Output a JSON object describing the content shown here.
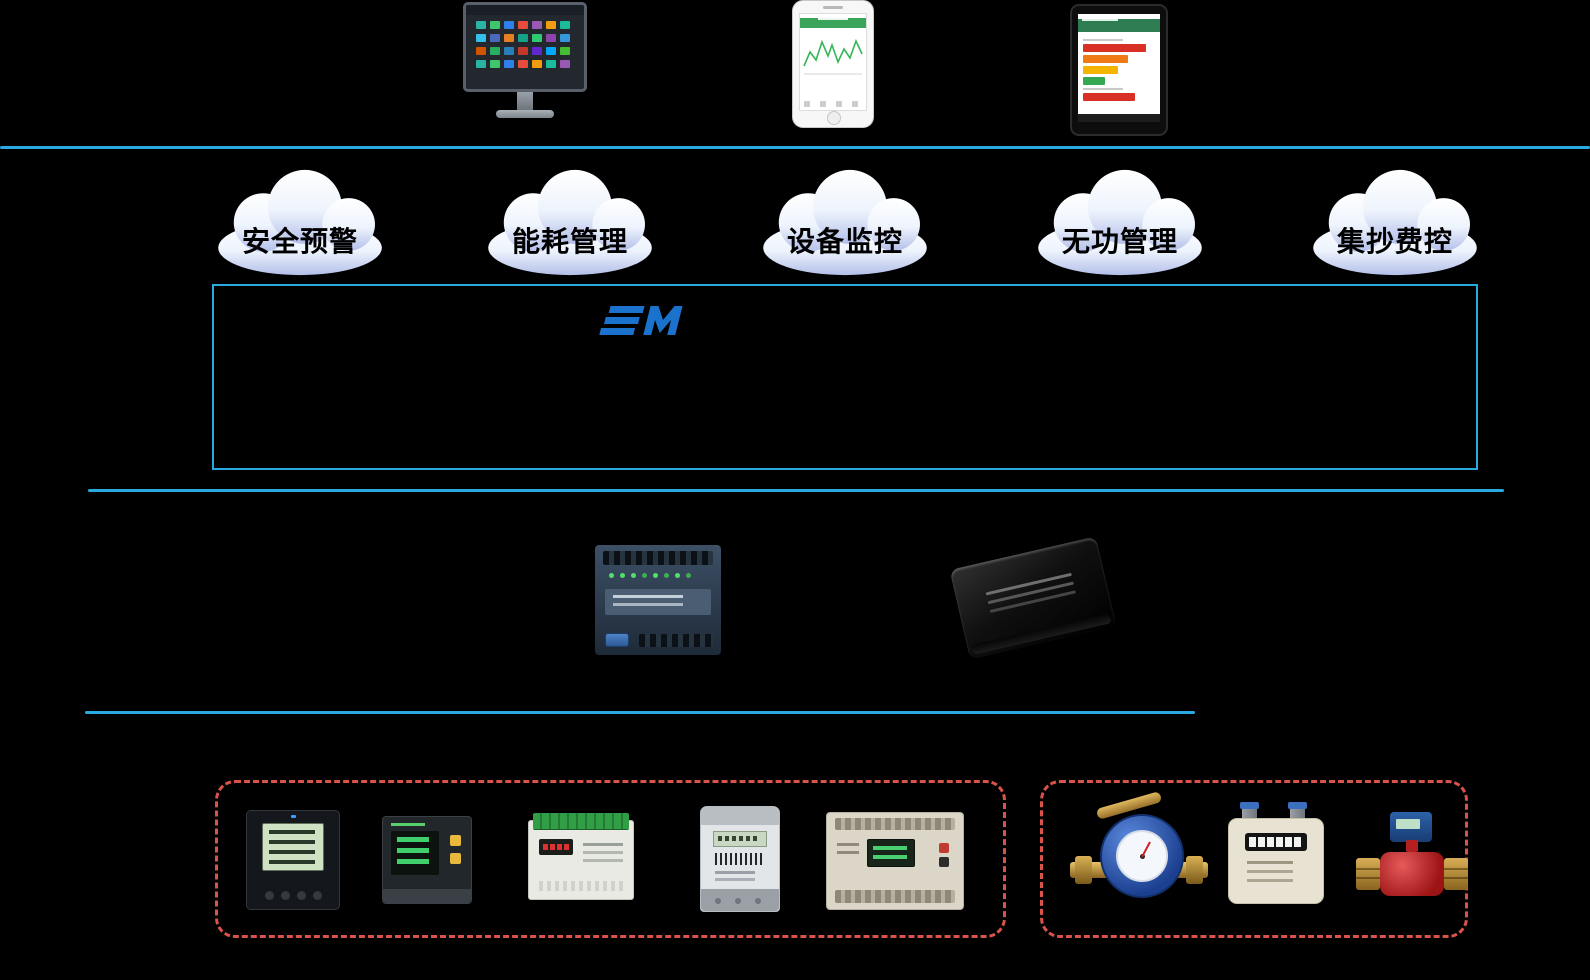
{
  "colors": {
    "background": "#000000",
    "separator_line": "#2aa9e0",
    "platform_border": "#2aa9e0",
    "device_group_border": "#d9534a",
    "cloud_text": "#000000",
    "logo_blue": "#1a72cc"
  },
  "application_clouds": [
    {
      "label": "安全预警"
    },
    {
      "label": "能耗管理"
    },
    {
      "label": "设备监控"
    },
    {
      "label": "无功管理"
    },
    {
      "label": "集抄费控"
    }
  ],
  "top_devices": [
    {
      "name": "desktop-monitor-dashboard"
    },
    {
      "name": "smartphone-energy-app"
    },
    {
      "name": "tablet-report-app"
    }
  ],
  "middle_devices": [
    {
      "name": "plc-data-collector"
    },
    {
      "name": "communication-gateway"
    }
  ],
  "device_groups": [
    {
      "name": "electric-meter-group",
      "devices": [
        "multifunction-power-meter",
        "power-monitor-meter",
        "protection-relay-module",
        "electric-energy-meter",
        "data-acquisition-terminal"
      ]
    },
    {
      "name": "utility-meter-group",
      "devices": [
        "water-meter",
        "gas-meter",
        "heat-meter-valve"
      ]
    }
  ]
}
